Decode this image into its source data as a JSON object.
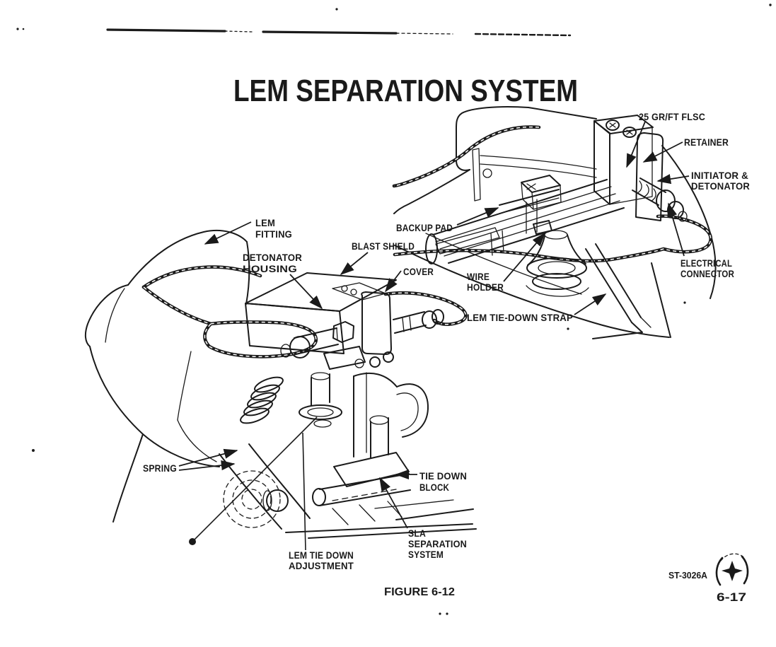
{
  "page": {
    "title": "LEM SEPARATION SYSTEM",
    "figure_caption": "FIGURE 6-12",
    "reference_number": "ST-3026A",
    "page_number": "6-17"
  },
  "icons": {
    "reference_mark": "four-point-star"
  },
  "colors": {
    "ink": "#1a1a1a",
    "paper": "#ffffff"
  },
  "labels": {
    "flsc": [
      "25 GR/FT FLSC"
    ],
    "retainer": [
      "RETAINER"
    ],
    "initiator_detonator": [
      "INITIATOR &",
      "DETONATOR"
    ],
    "backup_pad": [
      "BACKUP PAD"
    ],
    "wire_holder": [
      "WIRE",
      "HOLDER"
    ],
    "electrical_connector": [
      "ELECTRICAL",
      "CONNECTOR"
    ],
    "lem_tie_down_strap": [
      "LEM TIE-DOWN STRAP"
    ],
    "lem_fitting": [
      "LEM",
      "FITTING"
    ],
    "detonator_housing": [
      "DETONATOR",
      "HOUSING"
    ],
    "blast_shield": [
      "BLAST SHIELD"
    ],
    "cover": [
      "COVER"
    ],
    "spring": [
      "SPRING"
    ],
    "tie_down_block": [
      "TIE DOWN",
      "BLOCK"
    ],
    "sla_separation_system": [
      "SLA",
      "SEPARATION",
      "SYSTEM"
    ],
    "lem_tie_down_adjustment": [
      "LEM TIE DOWN",
      "ADJUSTMENT"
    ]
  }
}
